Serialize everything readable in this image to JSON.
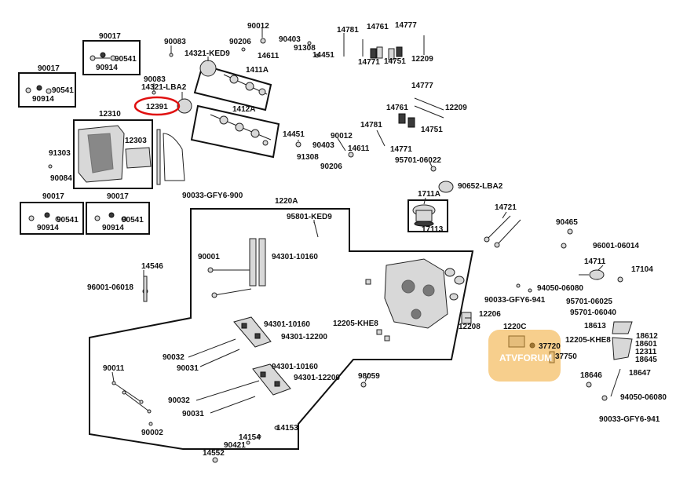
{
  "highlight_color": "#e01010",
  "watermark_color": "#f0a830",
  "watermark_text": "ATVFORUM",
  "labels": {
    "l90017a": "90017",
    "l90541a": "90541",
    "l90914a": "90914",
    "l90017b": "90017",
    "l90541b": "90541",
    "l90914b": "90914",
    "l90083a": "90083",
    "l14321_ked9": "14321-KED9",
    "l90083b": "90083",
    "l14321_lba2": "14321-LBA2",
    "l12391": "12391",
    "l90012a": "90012",
    "l90206a": "90206",
    "l14611a": "14611",
    "l90403a": "90403",
    "l91308a": "91308",
    "l14451a": "14451",
    "l1411a": "1411A",
    "l1412a": "1412A",
    "l14781a": "14781",
    "l14761a": "14761",
    "l14777a": "14777",
    "l14771a": "14771",
    "l14751a": "14751",
    "l12209a": "12209",
    "l14777b": "14777",
    "l14761b": "14761",
    "l12209b": "12209",
    "l14751b": "14751",
    "l14781b": "14781",
    "l14771b": "14771",
    "l12310": "12310",
    "l12303": "12303",
    "l91303": "91303",
    "l90084": "90084",
    "l14451b": "14451",
    "l90012b": "90012",
    "l90403b": "90403",
    "l14611b": "14611",
    "l91308b": "91308",
    "l90206b": "90206",
    "l95701_06022": "95701-06022",
    "l90017c": "90017",
    "l90541c": "90541",
    "l90914c": "90914",
    "l90017d": "90017",
    "l90541d": "90541",
    "l90914d": "90914",
    "l90033_gfy6_900": "90033-GFY6-900",
    "l1711a": "1711A",
    "l90652_lba2": "90652-LBA2",
    "l17113": "17113",
    "l1220a": "1220A",
    "l95801_ked9": "95801-KED9",
    "l14721": "14721",
    "l90465": "90465",
    "l96001_06014": "96001-06014",
    "l14711": "14711",
    "l17104": "17104",
    "l90001": "90001",
    "l94301_10160a": "94301-10160",
    "l14546": "14546",
    "l96001_06018": "96001-06018",
    "l94050_06080a": "94050-06080",
    "l90033_gfy6_941a": "90033-GFY6-941",
    "l95701_06025": "95701-06025",
    "l95701_06040": "95701-06040",
    "l12206": "12206",
    "l12208": "12208",
    "l94301_10160b": "94301-10160",
    "l94301_12200a": "94301-12200",
    "l12205_khe8a": "12205-KHE8",
    "l1220c": "1220C",
    "l37720": "37720",
    "l37750": "37750",
    "l18613": "18613",
    "l18612": "18612",
    "l18601": "18601",
    "l12205_khe8b": "12205-KHE8",
    "l12311": "12311",
    "l18645": "18645",
    "l18647": "18647",
    "l18646": "18646",
    "l90032a": "90032",
    "l90031a": "90031",
    "l94301_10160c": "94301-10160",
    "l94301_12200b": "94301-12200",
    "l90011": "90011",
    "l98059": "98059",
    "l90032b": "90032",
    "l90031b": "90031",
    "l90002": "90002",
    "l14153": "14153",
    "l14154": "14154",
    "l90421": "90421",
    "l14552": "14552",
    "l94050_06080b": "94050-06080",
    "l90033_gfy6_941b": "90033-GFY6-941"
  }
}
